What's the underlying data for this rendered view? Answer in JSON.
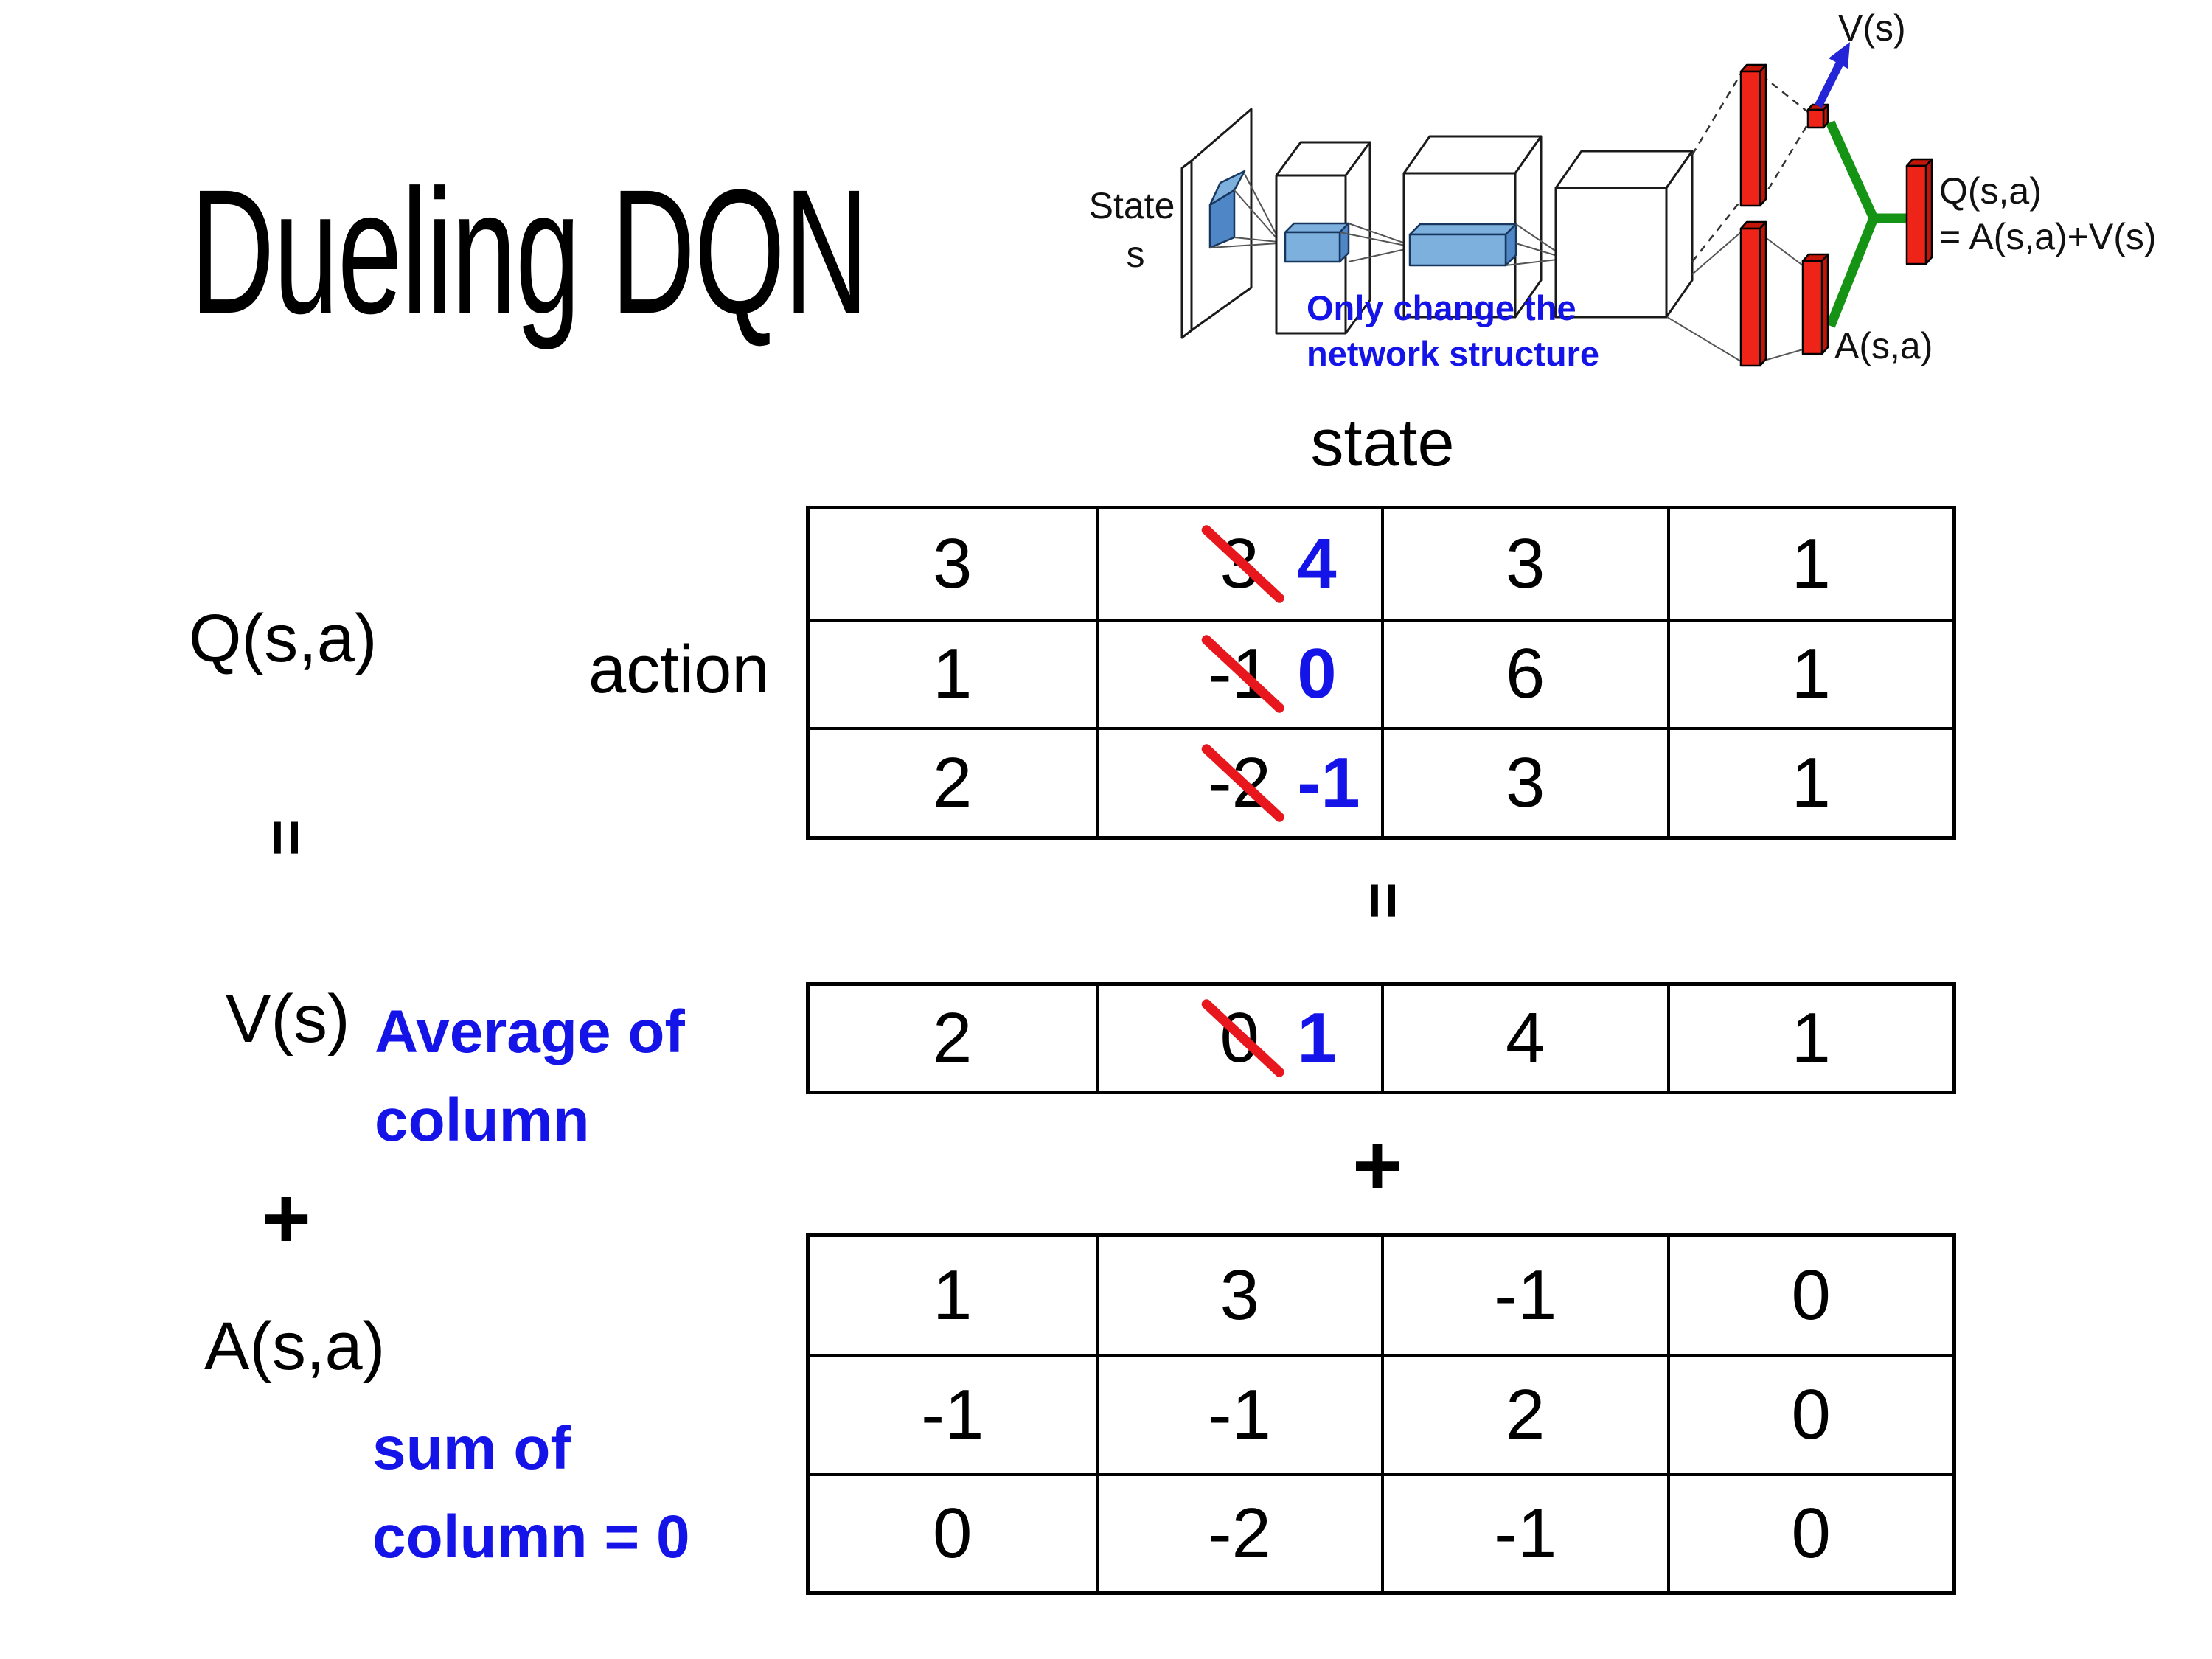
{
  "title": "Dueling DQN",
  "colors": {
    "strike_red": "#e8161d",
    "value_blue": "#1414e8",
    "note_blue": "#1414e8",
    "bar_red": "#ee2418",
    "bar_red_dark": "#c31608",
    "green": "#159315",
    "arrow_blue": "#2325d6",
    "filter_blue": "#7eb0de",
    "filter_blue_dark": "#4e86c6"
  },
  "diagram": {
    "state_line1": "State",
    "state_line2": "s",
    "caption_line1": "Only change the",
    "caption_line2": "network structure",
    "v_out_label": "V(s)",
    "a_out_label": "A(s,a)",
    "q_out_label_line1": "Q(s,a)",
    "q_out_label_line2": "= A(s,a)+V(s)"
  },
  "equation": {
    "q_label": "Q(s,a)",
    "action_label": "action",
    "state_label": "state",
    "v_label": "V(s)",
    "a_label": "A(s,a)",
    "equals_left": "=",
    "equals_mid": "=",
    "plus_left": "+",
    "plus_mid": "+",
    "v_note_line1": "Average of",
    "v_note_line2": "column",
    "a_note_line1": "sum of",
    "a_note_line2": "column = 0"
  },
  "tables": {
    "q": {
      "rows": [
        [
          {
            "value": "3"
          },
          {
            "old": "3",
            "new": "4"
          },
          {
            "value": "3"
          },
          {
            "value": "1"
          }
        ],
        [
          {
            "value": "1"
          },
          {
            "old": "-1",
            "new": "0"
          },
          {
            "value": "6"
          },
          {
            "value": "1"
          }
        ],
        [
          {
            "value": "2"
          },
          {
            "old": "-2",
            "new": "-1"
          },
          {
            "value": "3"
          },
          {
            "value": "1"
          }
        ]
      ]
    },
    "v": {
      "rows": [
        [
          {
            "value": "2"
          },
          {
            "old": "0",
            "new": "1"
          },
          {
            "value": "4"
          },
          {
            "value": "1"
          }
        ]
      ]
    },
    "a": {
      "rows": [
        [
          {
            "value": "1"
          },
          {
            "value": "3"
          },
          {
            "value": "-1"
          },
          {
            "value": "0"
          }
        ],
        [
          {
            "value": "-1"
          },
          {
            "value": "-1"
          },
          {
            "value": "2"
          },
          {
            "value": "0"
          }
        ],
        [
          {
            "value": "0"
          },
          {
            "value": "-2"
          },
          {
            "value": "-1"
          },
          {
            "value": "0"
          }
        ]
      ]
    }
  }
}
